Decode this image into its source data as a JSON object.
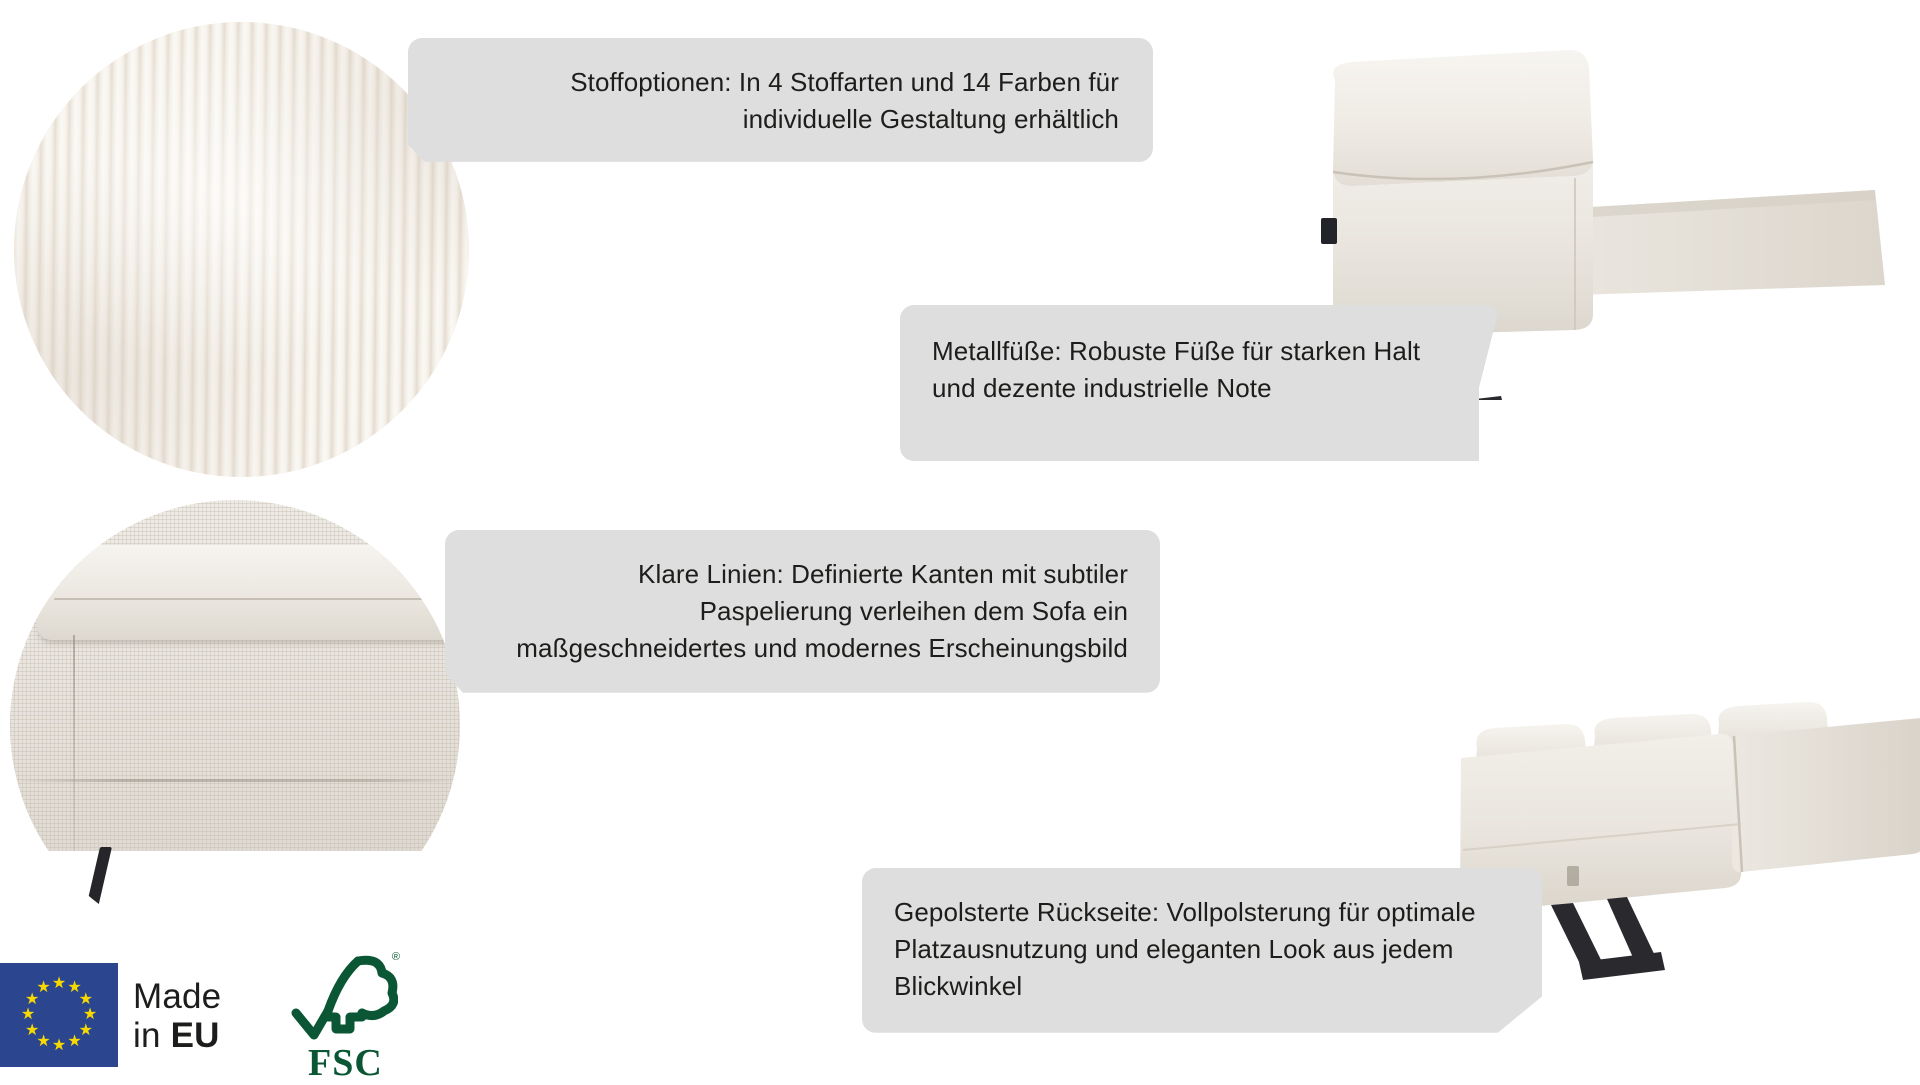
{
  "page": {
    "language": "de",
    "background_color": "#ffffff",
    "bubble_color": "#dedede",
    "text_color": "#1d1d1b"
  },
  "callouts": [
    {
      "id": "stoffoptionen",
      "align": "right",
      "text": "Stoffoptionen: In 4 Stoffarten und 14 Farben für individuelle Gestaltung erhältlich"
    },
    {
      "id": "metallfuesse",
      "align": "left",
      "text": "Metallfüße: Robuste Füße für starken Halt und dezente industrielle Note"
    },
    {
      "id": "klare-linien",
      "align": "right",
      "text": "Klare Linien: Definierte Kanten mit subtiler Paspelierung verleihen dem Sofa ein maßgeschneidertes und modernes Erscheinungsbild"
    },
    {
      "id": "gepolsterte-rueckseite",
      "align": "left",
      "text": "Gepolsterte Rückseite: Vollpolsterung für optimale Platzausnutzung und eleganten Look aus jedem Blickwinkel"
    }
  ],
  "photos": [
    {
      "id": "fabric-corduroy",
      "description": "Cordstoff Nahaufnahme",
      "shape": "circle"
    },
    {
      "id": "sofa-arm",
      "description": "Sofa Armlehne mit Metallfuß",
      "shape": "cutout"
    },
    {
      "id": "seam-detail",
      "description": "Kante und Paspelierung Detail",
      "shape": "circle"
    },
    {
      "id": "sofa-back",
      "description": "Sofa Rückansicht gepolstert",
      "shape": "cutout"
    }
  ],
  "certifications": {
    "eu": {
      "flag_background": "#2b468f",
      "star_color": "#f7d900",
      "star_count": 12,
      "line1": "Made",
      "line2_prefix": "in ",
      "line2_bold": "EU"
    },
    "fsc": {
      "label": "FSC",
      "registered_mark": "®",
      "color": "#0b5635"
    }
  }
}
